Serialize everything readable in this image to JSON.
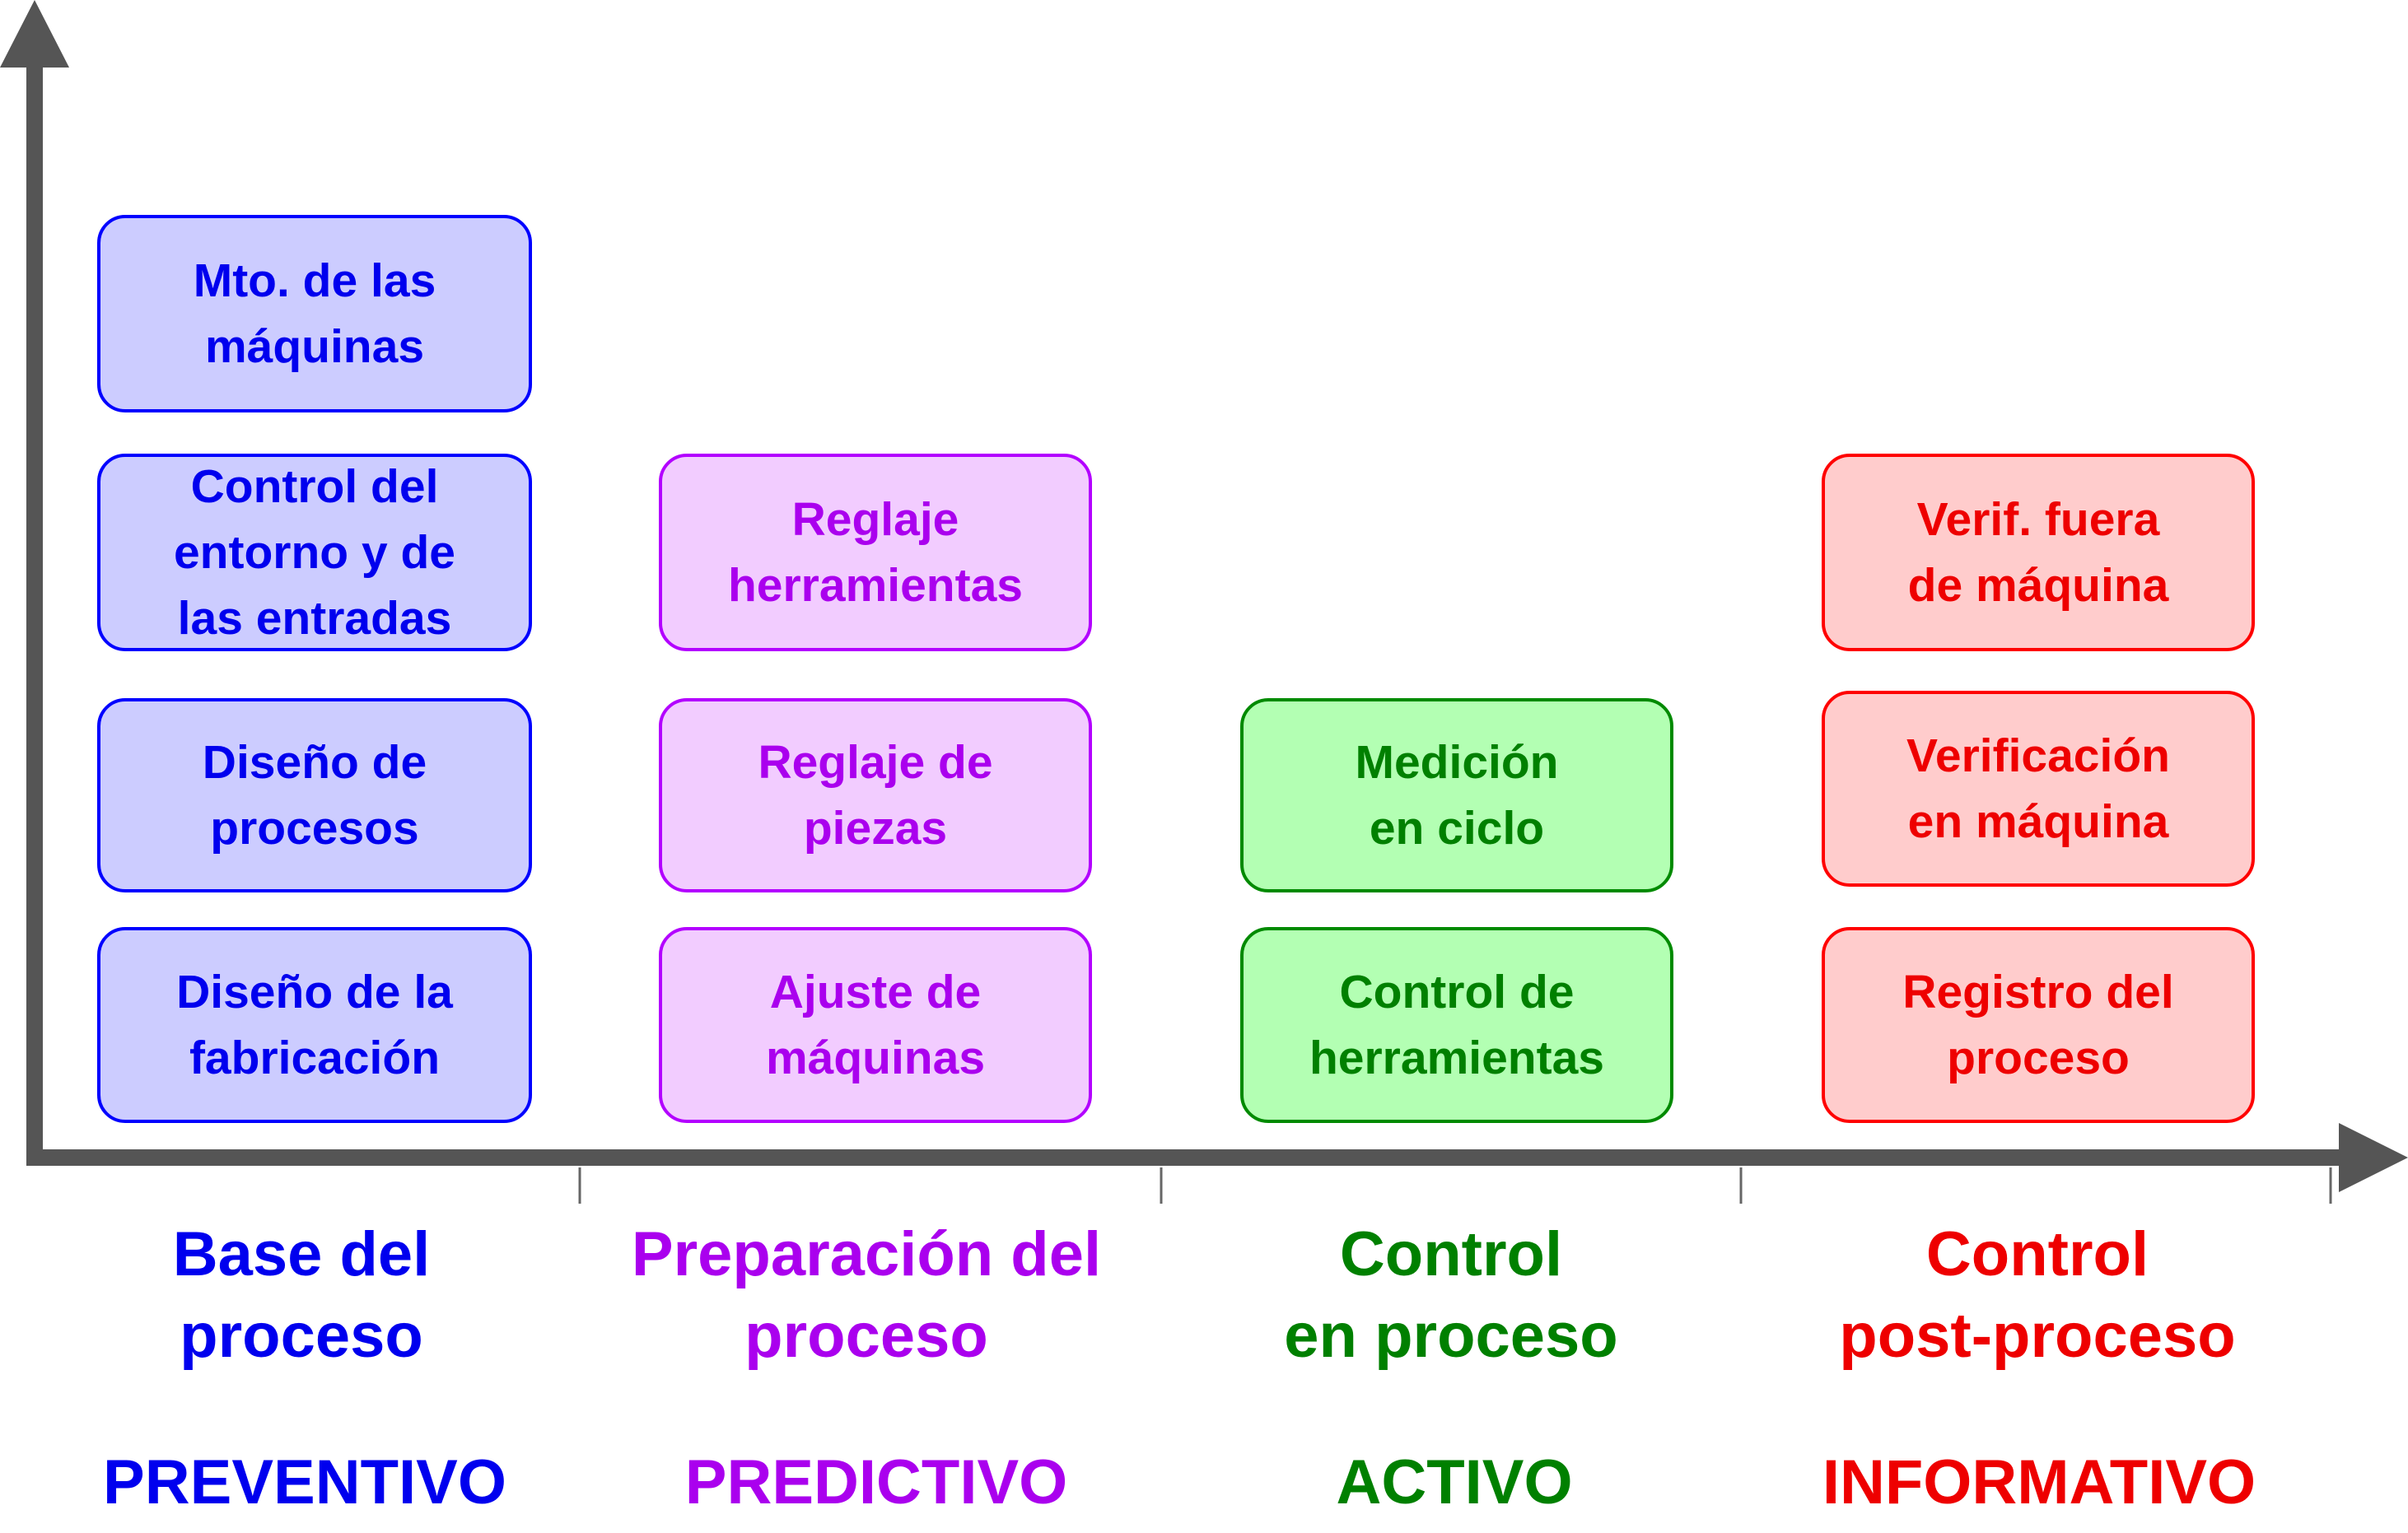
{
  "columns": [
    {
      "color": "#0000ee",
      "category": "Base del\nproceso",
      "tag": "PREVENTIVO",
      "boxes": [
        "Mto. de las\nmáquinas",
        "Control del\nentorno y de\nlas entradas",
        "Diseño de\nprocesos",
        "Diseño de la\nfabricación"
      ]
    },
    {
      "color": "#aa00ee",
      "category": "Preparación del\nproceso",
      "tag": "PREDICTIVO",
      "boxes": [
        "Reglaje\nherramientas",
        "Reglaje de\npiezas",
        "Ajuste de\nmáquinas"
      ]
    },
    {
      "color": "#008000",
      "category": "Control\nen proceso",
      "tag": "ACTIVO",
      "boxes": [
        "Medición\nen ciclo",
        "Control de\nherramientas"
      ]
    },
    {
      "color": "#ee0000",
      "category": "Control\npost-proceso",
      "tag": "INFORMATIVO",
      "boxes": [
        "Verif. fuera\nde máquina",
        "Verificación\nen máquina",
        "Registro del\nproceso"
      ]
    }
  ]
}
